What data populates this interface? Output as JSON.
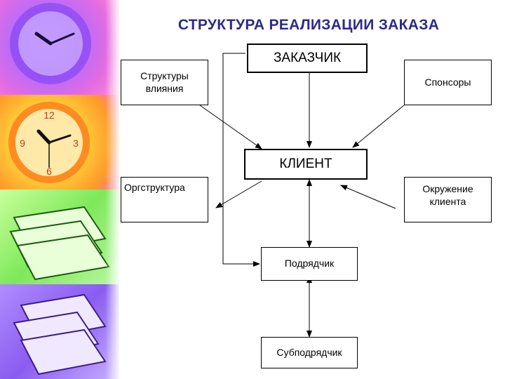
{
  "title": "СТРУКТУРА РЕАЛИЗАЦИИ ЗАКАЗА",
  "nodes": {
    "zakazchik": "ЗАКАЗЧИК",
    "struktury": "Структуры\nвлияния",
    "sponsory": "Спонсоры",
    "klient": "КЛИЕНТ",
    "orgstruktura": "Оргструктура",
    "okruzhenie": "Окружение\nклиента",
    "podryadchik": "Подрядчик",
    "subpodryadchik": "Субподрядчик"
  },
  "colors": {
    "title": "#2d2a8a",
    "sidebar": [
      "#b06cff",
      "#ffd23a",
      "#7ee85a",
      "#8a5cf0"
    ]
  },
  "icons": [
    "clock-image",
    "clock-image",
    "papers-image",
    "papers-image"
  ]
}
